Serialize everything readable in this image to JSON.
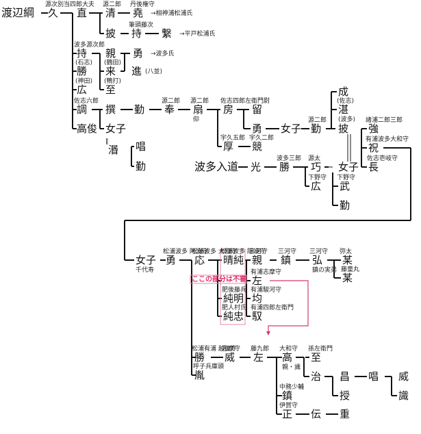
{
  "nodes": [
    {
      "id": "watanabe",
      "name": "渡辺綱"
    },
    {
      "id": "hisa",
      "name": "久",
      "note": "源次別当四郎大夫"
    },
    {
      "id": "nao",
      "name": "直"
    },
    {
      "id": "kiyo",
      "name": "清",
      "note": "源二郎"
    },
    {
      "id": "gyo",
      "name": "堯",
      "note": "丹後権守",
      "arrow": "→相神浦松浦氏"
    },
    {
      "id": "hi",
      "name": "披"
    },
    {
      "id": "ji",
      "name": "持",
      "note": "筆頭藤次"
    },
    {
      "id": "kei",
      "name": "繋",
      "arrow": "→平戸松浦氏"
    },
    {
      "id": "mochi",
      "name": "持",
      "note": "波多源次郎"
    },
    {
      "id": "chika",
      "name": "親"
    },
    {
      "id": "isamu",
      "name": "勇",
      "arrow": "→波多氏"
    },
    {
      "id": "sho",
      "name": "勝",
      "note_above": "(石志)"
    },
    {
      "id": "rai",
      "name": "来",
      "note_above": "(鶴田)"
    },
    {
      "id": "shin",
      "name": "進",
      "note_after": "(八並)"
    },
    {
      "id": "hiro",
      "name": "広",
      "note_above": "(神田)"
    },
    {
      "id": "itaru",
      "name": "至",
      "note_above": "(鴨打)"
    },
    {
      "id": "cho",
      "name": "調",
      "note": "佐志六郎"
    },
    {
      "id": "sen",
      "name": "撰"
    },
    {
      "id": "kin",
      "name": "勤"
    },
    {
      "id": "ho",
      "name": "奉",
      "note": "源二郎"
    },
    {
      "id": "sen2",
      "name": "扇",
      "note": "源二郎",
      "note_below": "仰"
    },
    {
      "id": "bo",
      "name": "房",
      "note": "佐志四郎左衛門尉"
    },
    {
      "id": "ryu",
      "name": "留"
    },
    {
      "id": "isamu2",
      "name": "勇"
    },
    {
      "id": "joshi1",
      "name": "女子"
    },
    {
      "id": "kin2",
      "name": "勤",
      "note": "源二郎"
    },
    {
      "id": "seinari",
      "name": "成"
    },
    {
      "id": "tan",
      "name": "湛",
      "note_above": "(佐志)",
      "note_below": "(波多)"
    },
    {
      "id": "hi2",
      "name": "披"
    },
    {
      "id": "kyo",
      "name": "強",
      "note": "諸浦二郎三郎"
    },
    {
      "id": "shuku",
      "name": "祝",
      "note": "有浦波多大和守"
    },
    {
      "id": "cho2",
      "name": "長",
      "note_above": "佐志壱岐守"
    },
    {
      "id": "koshun",
      "name": "高俊"
    },
    {
      "id": "joshi2",
      "name": "女子"
    },
    {
      "id": "min",
      "name": "湣",
      "note": "‖"
    },
    {
      "id": "sho2",
      "name": "唱"
    },
    {
      "id": "kin3",
      "name": "勤"
    },
    {
      "id": "atsushi",
      "name": "厚",
      "note": "宇久五郎"
    },
    {
      "id": "kyo2",
      "name": "競",
      "note": "宇久二郎"
    },
    {
      "id": "hata",
      "name": "波多入道"
    },
    {
      "id": "ko",
      "name": "光"
    },
    {
      "id": "sho3",
      "name": "勝",
      "note": "波多三郎"
    },
    {
      "id": "ko2",
      "name": "巧",
      "note": "源太"
    },
    {
      "id": "joshi3",
      "name": "女子"
    },
    {
      "id": "hiro2",
      "name": "広",
      "note": "下野守"
    },
    {
      "id": "bu",
      "name": "武",
      "note": "下野守"
    },
    {
      "id": "kin4",
      "name": "勤"
    },
    {
      "id": "joshi4",
      "name": "女子",
      "note_below": "千代寿"
    },
    {
      "id": "isamu3",
      "name": "勇",
      "note": "松浦波多 阿波守"
    },
    {
      "id": "o",
      "name": "応",
      "note": "松浦波多 大和守"
    },
    {
      "id": "harusumi",
      "name": "晴純",
      "note": "松浦波多 隠岐守"
    },
    {
      "id": "chika2",
      "name": "親",
      "note": "三河守"
    },
    {
      "id": "shizume",
      "name": "鎮",
      "note": "三河守"
    },
    {
      "id": "hiro3",
      "name": "弘",
      "note": "三河守",
      "note_below": "鎮の実弟"
    },
    {
      "id": "bo2",
      "name": "某",
      "note": "弥太"
    },
    {
      "id": "bo3",
      "name": "某",
      "note_above": "藤童丸"
    },
    {
      "id": "sa",
      "name": "左",
      "note_above": "有浦志摩守"
    },
    {
      "id": "sumiaki",
      "name": "純明",
      "note_above": "肥後藤兵"
    },
    {
      "id": "hitoshi",
      "name": "均",
      "note_above": "有浦駿河守"
    },
    {
      "id": "sumitada",
      "name": "純忠",
      "note_above": "肥人村氏"
    },
    {
      "id": "shun",
      "name": "馭",
      "note_above": "有浦四郎左衛門"
    },
    {
      "id": "masaru",
      "name": "勝",
      "note": "松浦有浦 越後守"
    },
    {
      "id": "i",
      "name": "威",
      "note": "志摩守"
    },
    {
      "id": "sa2",
      "name": "左",
      "note": "藤九郎"
    },
    {
      "id": "ko3",
      "name": "高",
      "note": "大和守",
      "note_below": "親・識"
    },
    {
      "id": "itaru2",
      "name": "至",
      "note": "孫左衛門"
    },
    {
      "id": "ji2",
      "name": "治"
    },
    {
      "id": "sho4",
      "name": "昌"
    },
    {
      "id": "sho5",
      "name": "唱"
    },
    {
      "id": "i2",
      "name": "威"
    },
    {
      "id": "ju",
      "name": "授"
    },
    {
      "id": "shiki",
      "name": "識"
    },
    {
      "id": "shizume2",
      "name": "鎮",
      "note": "中務少輔"
    },
    {
      "id": "tadashi",
      "name": "正",
      "note": "伊賀守"
    },
    {
      "id": "den",
      "name": "伝"
    },
    {
      "id": "shige",
      "name": "重"
    },
    {
      "id": "ran",
      "name": "胤",
      "note_above": "呼子兵庫頭"
    }
  ],
  "annotation": {
    "text": "ここの部分は不審"
  }
}
